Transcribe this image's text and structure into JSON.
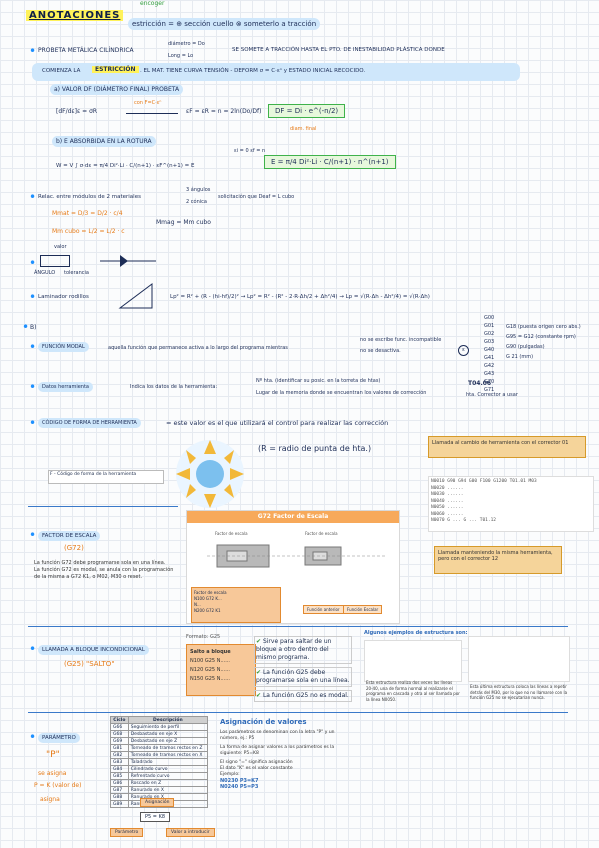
{
  "header": {
    "title": "ANOTACIONES",
    "annotation_top": "encoger",
    "line1": "estricción = ⊕ sección cuello ⊗ someterlo a tracción"
  },
  "section1": {
    "intro_a": "PROBETA METÁLICA CILÍNDRICA",
    "brace_1": "diámetro = Do",
    "brace_2": "Long = Lo",
    "intro_b": "SE SOMETE A TRACCIÓN HASTA EL PTO. DE INESTABILIDAD PLÁSTICA DONDE",
    "intro_c": "COMIENZA LA",
    "estriccion": "ESTRICCIÓN",
    "intro_d": ". EL MAT. TIENE CURVA TENSIÓN - DEFORM   σ = C·εⁿ  y ESTADO INICIAL RECOCIDO.",
    "a_label": "a) VALOR DF (DIÁMETRO FINAL) PROBETA",
    "eq_a1": "[dF/dε]ε = σR",
    "eq_a1_note": "con F=C·εⁿ",
    "eq_a2": "εF = εR = n = 2ln(Do/Df)",
    "eq_a_result": "DF = Di · e^(-n/2)",
    "eq_a_result_note": "diam. final",
    "b_label": "b) E ABSORBIDA EN LA ROTURA",
    "eq_b1": "W = V ∫ σ·dε = π/4 Di²·Li · C/(n+1) · εF^(n+1) = E",
    "eq_b1_note": "εi = 0  εf = n",
    "eq_b_result": "E = π/4 Di²·Li · C/(n+1) · n^(n+1)"
  },
  "section2": {
    "relac": "Relac. entre módulos de 2 materiales",
    "relac_opts": [
      "3 ángulos",
      "2 cónica"
    ],
    "relac_note": "solicitación que Deaf = L cubo",
    "mmat_1": "Mmat = D/3 = D/2 · c/4",
    "mmat_2": "Mm cubo = L/2 = L/2 · c",
    "mmat_3": "Mmag = Mm cubo",
    "valor_label": "valor",
    "angle_label": "ÁNGULO",
    "tolerancia_label": "tolerancia",
    "laminador": "Laminador rodillos",
    "eq_lam": "Lp² = R² + (R - (hi-hf)/2)²  →  Lp² = R² - (R² - 2·R·Δh/2 + Δh²/4)  →  Lp = √(R·Δh - Δh²/4) = √(R·Δh)"
  },
  "section3": {
    "label": "B)",
    "modal_label": "FUNCIÓN MODAL",
    "modal_desc": "aquella función que permanece activa a lo largo del programa mientras",
    "modal_opts": [
      "no se escribe func. incompatible",
      "no se desactiva."
    ],
    "g_codes": [
      "G00",
      "G01",
      "G02",
      "G03",
      "G40",
      "G41",
      "G42",
      "G43",
      "G70",
      "G71"
    ],
    "g_notes": [
      "G18 (puesta origen cero abs.)",
      "G95 = G12 (constante rpm)",
      "G90 (pulgadas)",
      "G 21 (mm)"
    ],
    "datos_label": "Datos herramienta",
    "datos_desc": "Indica los datos de la herramienta:",
    "datos_list": [
      "Nº hta. (identificar su posic. en la torreta de htas)",
      "Lugar de la memoria donde se encuentran los valores de corrección"
    ],
    "t0406": "T04.06",
    "t0406_note": "hta.  Corrector a usar",
    "forma_label": "CÓDIGO DE FORMA DE HERRAMIENTA",
    "forma_desc": "= este valor es el que utilizará el control para realizar las corrección",
    "r_note": "(R = radio de punta de hta.)",
    "f_caption": "F - Código de forma de la herramienta",
    "call_correct_1": "Llamada al cambio de herramienta con el corrector 01",
    "code_lines": [
      "N0010 G90 G94 G00 F100 G1200 T01.01 M03",
      "N0020 ......",
      "N0030 ......",
      "N0040 ......",
      "N0050 ......",
      "N0060 ......",
      "N0070 G ... G ... T01.12"
    ],
    "call_correct_2": "Llamada manteniendo la misma herramienta, pero con el corrector 12"
  },
  "section4": {
    "label": "FACTOR DE ESCALA",
    "code": "(G72)",
    "bullets": [
      "La función G72 debe programarse sola en una línea.",
      "La función G72 es modal, se anula con la programación de la misma a G72 K1, o M02, M30 o reset."
    ],
    "panel_title": "G72 Factor de Escala",
    "part_a": "Factor de escala",
    "part_b": "Factor de escala",
    "box_lines": [
      "Factor de escala",
      "N100 G72 K...",
      "N...",
      "N200 G72 K1"
    ],
    "box_right": [
      "Función anterior",
      "Función Escalar"
    ]
  },
  "section5": {
    "label": "LLAMADA A BLOQUE INCONDICIONAL",
    "code": "(G25) \"SALTO\"",
    "formato": "Formato: G25",
    "code_block": [
      "Salto a bloque",
      "N100 G25 N......",
      "N120 G25 N......",
      "N150 G25 N......"
    ],
    "checks": [
      "Sirve para saltar de un bloque a otro dentro del mismo programa.",
      "La función G25 debe programarse sola en una línea.",
      "La función G25 no es modal."
    ],
    "ejemplos_title": "Algunos ejemplos de estructura son:",
    "ej1": "Esta estructura realiza dos veces las líneas 20-40, una de forma normal al realizarse el programa en cascada y otra al ser llamada por la línea N0050.",
    "ej2": "Esta última estructura coloca las líneas a repetir detrás del M30, por lo que no no llamarse con la función G25 no se ejecutarían nunca."
  },
  "section6": {
    "label": "PARÁMETRO",
    "p_label": "\"P\"",
    "se_asigna": "se asigna",
    "p_eq": "P = K (valor de)",
    "asigna": "asigna",
    "table_head": [
      "Ciclo",
      "Descripción"
    ],
    "table_rows": [
      [
        "G66",
        "Seguimiento de perfil"
      ],
      [
        "G68",
        "Desbastado en eje X"
      ],
      [
        "G69",
        "Desbastado en eje Z"
      ],
      [
        "G81",
        "Torneado de tramos rectos en Z"
      ],
      [
        "G82",
        "Torneado de tramos rectos en X"
      ],
      [
        "G83",
        "Taladrado"
      ],
      [
        "G84",
        "Cilindrado curvo"
      ],
      [
        "G85",
        "Refrentado curvo"
      ],
      [
        "G86",
        "Roscado en Z"
      ],
      [
        "G87",
        "Ranurado en X"
      ],
      [
        "G88",
        "Ranurado en X"
      ],
      [
        "G89",
        "Ranurado en Z"
      ]
    ],
    "asig_title": "Asignación de valores",
    "asig_1": "Los parámetros se denominan con la letra \"P\" y un número, ej.: P5",
    "asig_2": "La forma de asignar valores a los parámetros es la siguiente: P5=K8",
    "asig_3": "El signo \"=\" significa asignación",
    "asig_4": "El dato \"K\" es el valor constante",
    "asig_5": "Ejemplo:",
    "asig_ex": [
      "N0230 P3=K7",
      "N0240 P5=P3"
    ],
    "diag_top": "Asignación",
    "diag_mid": "P5 = K8",
    "diag_left": "Parámetro",
    "diag_right": "Valor a introducir"
  }
}
